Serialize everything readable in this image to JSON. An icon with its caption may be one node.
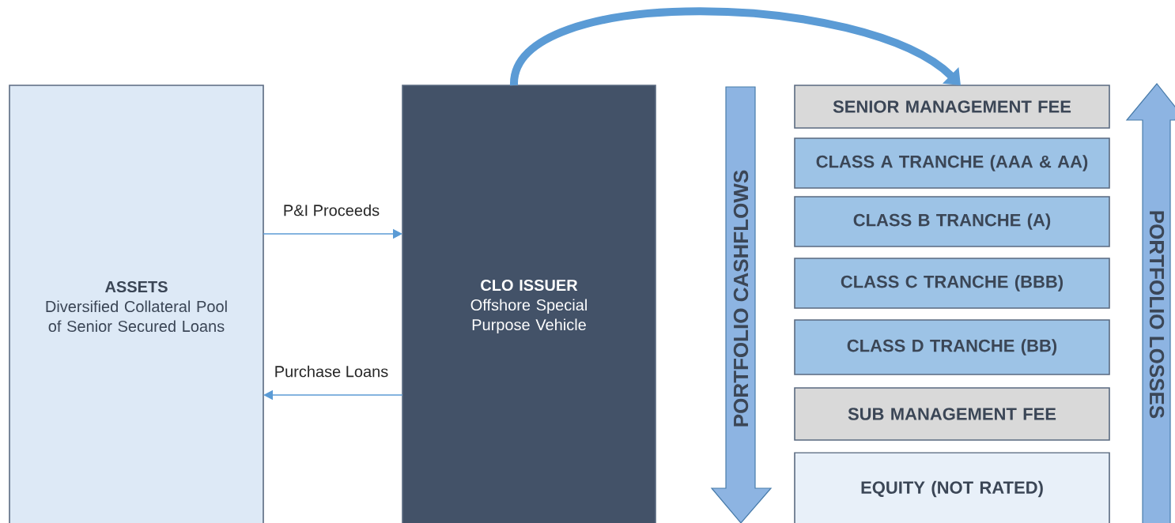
{
  "diagram": {
    "nodes": [
      {
        "text": [
          "ASSETS",
          "Diversified Collateral Pool of Senior Secured Loans"
        ]
      },
      {
        "text": [
          "CLO ISSUER",
          "Offshore Special Purpose Vehicle"
        ]
      },
      {
        "text": [
          "SENIOR MANAGEMENT FEE"
        ]
      },
      {
        "text": [
          "CLASS A TRANCHE (AAA & AA)"
        ]
      },
      {
        "text": [
          "CLASS B TRANCHE (A)"
        ]
      },
      {
        "text": [
          "CLASS C TRANCHE (BBB)"
        ]
      },
      {
        "text": [
          "CLASS D TRANCHE (BB)"
        ]
      },
      {
        "text": [
          "SUB MANAGEMENT FEE"
        ]
      },
      {
        "text": [
          "EQUITY (NOT RATED)"
        ]
      }
    ],
    "edges": [
      {
        "from": 0,
        "to": 1,
        "arrow": "to",
        "label": "P&I Proceeds"
      },
      {
        "from": 1,
        "to": 0,
        "arrow": "to",
        "label": "Purchase Loans"
      },
      {
        "from": 1,
        "to": 2,
        "arrow": "to",
        "style": "thick"
      }
    ],
    "labels": [
      "PORTFOLIO CASHFLOWS",
      "PORTFOLIO LOSSES"
    ]
  }
}
